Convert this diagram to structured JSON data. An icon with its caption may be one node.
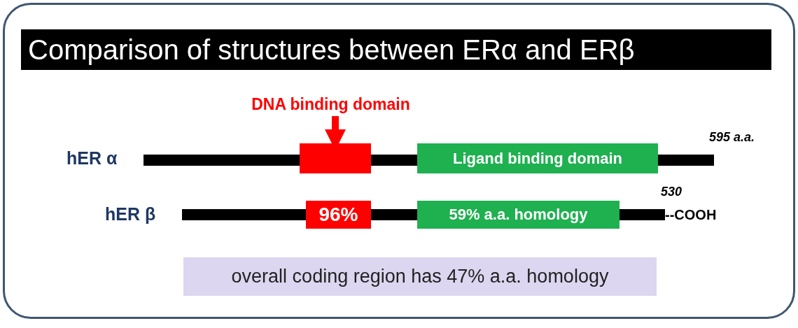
{
  "diagram": {
    "title": "Comparison of structures between ERα and ERβ",
    "nodes": [
      {
        "text": [
          "DNA binding  domain"
        ]
      },
      {
        "text": [],
        "shape": "bar"
      },
      {
        "text": [],
        "shape": "box",
        "in": 1
      },
      {
        "text": [
          "Ligand binding  domain"
        ],
        "in": 1
      },
      {
        "text": [],
        "shape": "bar"
      },
      {
        "text": [
          "96%"
        ],
        "in": 4
      },
      {
        "text": [
          "59% a.a. homology"
        ],
        "in": 4
      },
      {
        "text": [
          "overall coding region has 47% a.a. homology"
        ]
      }
    ],
    "edges": [
      {
        "from": 0,
        "to": 2,
        "arrow": "to"
      }
    ],
    "labels": [
      "hER α",
      "595 a.a.",
      "hER β",
      "530",
      "--COOH"
    ]
  }
}
